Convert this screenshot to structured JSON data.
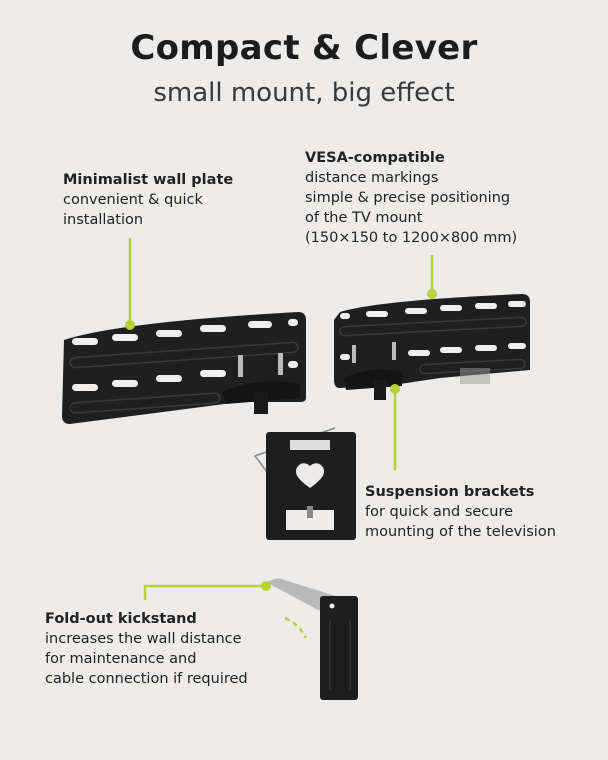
{
  "header": {
    "title": "Compact & Clever",
    "subtitle": "small mount, big effect"
  },
  "colors": {
    "background": "#edecea",
    "accent": "#b5d334",
    "product": "#1e1e1e"
  },
  "callouts": {
    "wall_plate": {
      "heading": "Minimalist wall plate",
      "lines": [
        "convenient & quick",
        "installation"
      ]
    },
    "vesa": {
      "heading": "VESA-compatible",
      "lines": [
        "distance markings",
        "simple & precise positioning",
        "of the TV mount",
        "(150×150 to 1200×800 mm)"
      ]
    },
    "brackets": {
      "heading": "Suspension brackets",
      "lines": [
        "for quick and secure",
        "mounting of the television"
      ]
    },
    "kickstand": {
      "heading": "Fold-out kickstand",
      "lines": [
        "increases the wall distance",
        "for maintenance and",
        "cable connection if required"
      ]
    }
  }
}
